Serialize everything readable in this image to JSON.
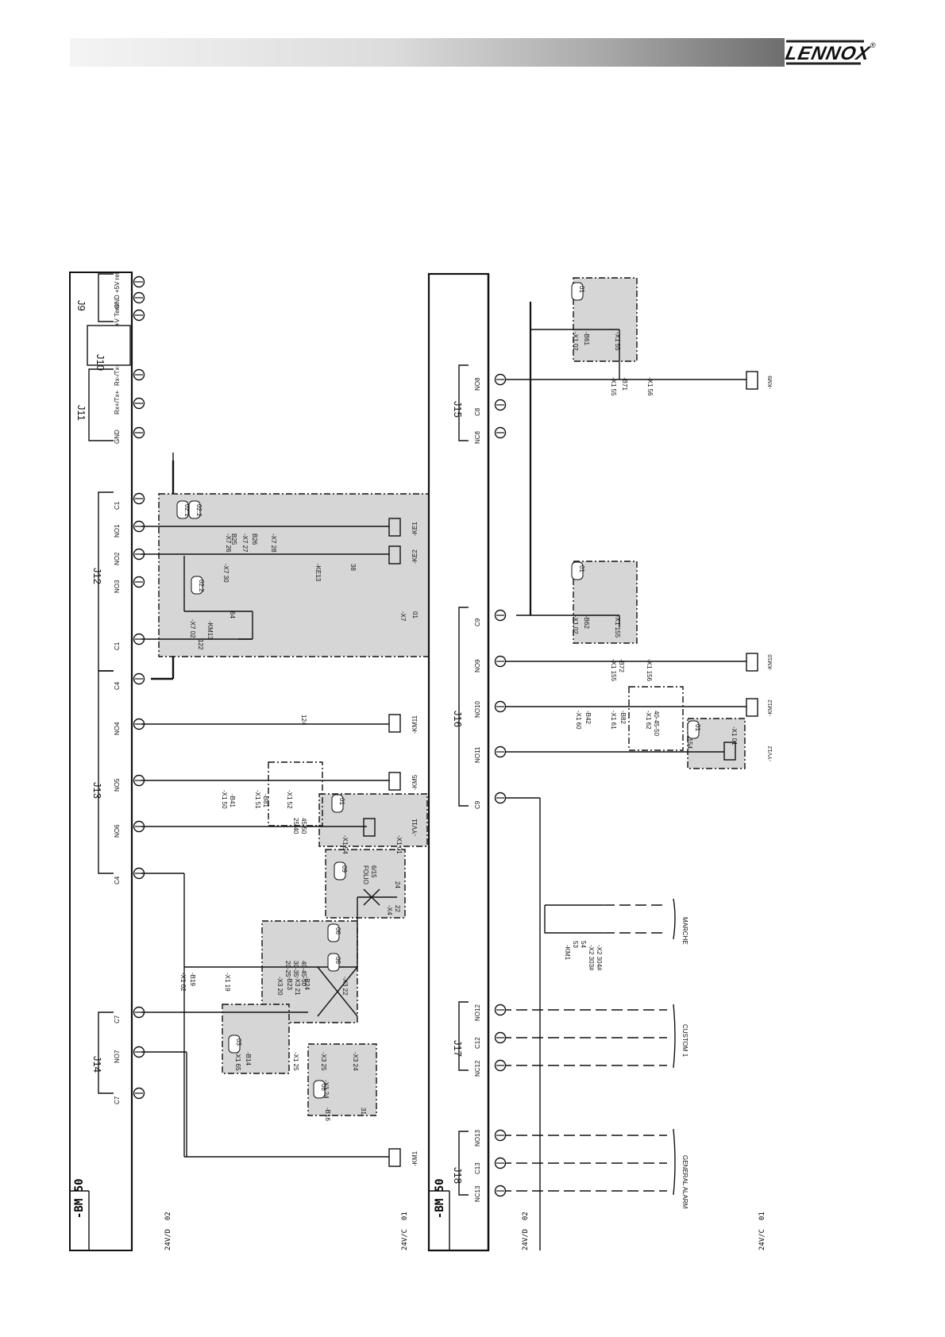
{
  "header": {
    "brand": "LENNOX",
    "registered_mark": "®"
  },
  "colors": {
    "ink": "#111111",
    "shade": "#d6d6d6",
    "header_dark": "#6e6e6e",
    "header_light": "#f4f4f4"
  },
  "panels": [
    {
      "board": "-BM 50",
      "supply_d": "24V/D",
      "supply_d_no": "02",
      "supply_c": "24V/C",
      "supply_c_no": "01",
      "connectors": [
        {
          "name": "J14",
          "pins": [
            "C7",
            "NO7",
            "C7"
          ]
        },
        {
          "name": "J13",
          "pins": [
            "C4",
            "NO6",
            "NO5",
            "NO4",
            "C4"
          ]
        },
        {
          "name": "J12",
          "pins": [
            "C1",
            "NO3",
            "NO2",
            "NO1",
            "C1"
          ]
        },
        {
          "name": "J11",
          "pins": [
            "GND",
            "Rx+/Tx+",
            "Rx-/Tx-"
          ]
        },
        {
          "name": "J10",
          "pins": []
        },
        {
          "name": "J9",
          "pins": [
            "+V Term",
            "GND",
            "+5V ref"
          ]
        }
      ],
      "loads": [
        "-KM1",
        "-YV11",
        "-KM11",
        "-KM5",
        "-KE2",
        "-KE1"
      ],
      "labels": [
        "-X1 50",
        "-B41",
        "-X1 51",
        "-B81",
        "-X1 52",
        "25-40",
        "45-50",
        "124",
        "122",
        "-X7 02",
        "-KM13",
        "64",
        "-X7 30",
        "-KE13",
        "38",
        "-X7 26",
        "B25",
        "-X7 27",
        "B26",
        "-X7 28",
        "-X7",
        "01",
        "-X1 54",
        "-X1 01",
        "FOLIO",
        "6/15",
        "-X4",
        "22",
        "24",
        "20-25",
        "30-35",
        "40-45-50",
        "-X3 20",
        "-B23",
        "-X3 21",
        "-B24",
        "-X3 22",
        "-X1 02",
        "-B19",
        "-X1 19",
        "-X1 65",
        "-B14",
        "-X1 25",
        "-X3 25",
        "-X3 24",
        "-B16",
        "-X1 24",
        "31"
      ],
      "tags": [
        "01",
        "02.1",
        "02.2",
        "02.2",
        "09",
        "06",
        "06",
        "03",
        "08"
      ]
    },
    {
      "board": "-BM 50",
      "supply_d": "24V/D",
      "supply_d_no": "02",
      "supply_c": "24V/C",
      "supply_c_no": "01",
      "connectors": [
        {
          "name": "J18",
          "pins": [
            "NC13",
            "C13",
            "NO13"
          ]
        },
        {
          "name": "J17",
          "pins": [
            "NC12",
            "C12",
            "NO12"
          ]
        },
        {
          "name": "J16",
          "pins": [
            "C9",
            "NO11",
            "NO10",
            "NO9",
            "C9"
          ]
        },
        {
          "name": "J15",
          "pins": [
            "NC8",
            "C8",
            "NO8"
          ]
        }
      ],
      "loads": [
        "-YV12",
        "-KM12",
        "-KM10",
        "-KM9"
      ],
      "labels": [
        "-KM1",
        "53",
        "54",
        "-X2 303#",
        "-X2 304#",
        "MARCHE",
        "CUSTOM 1",
        "GENERAL ALARM",
        "-X1 60",
        "-B42",
        "-X1 61",
        "-B82",
        "-X1 62",
        "40-45-50",
        "-X1 154",
        "-X1 01",
        "-X1 155",
        "-B72",
        "-X1 156",
        "-X1 02",
        "-B62",
        "-X1 155",
        "-X1 55",
        "-B71",
        "-X1 56",
        "-X1 02",
        "-B61",
        "-X1 55"
      ],
      "tags": [
        "01",
        "01",
        "01"
      ]
    }
  ]
}
